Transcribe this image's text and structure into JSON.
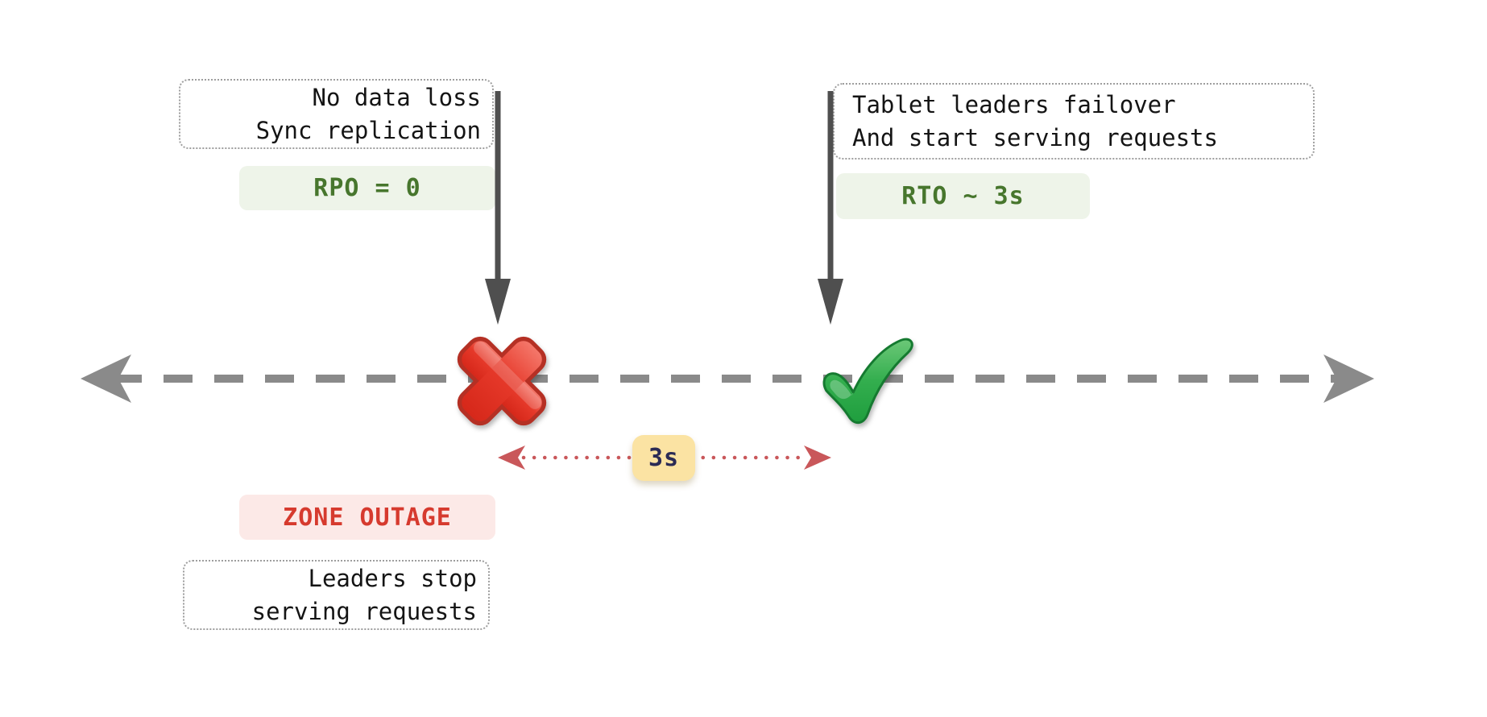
{
  "page": {
    "background": "#ffffff"
  },
  "notes": {
    "left": {
      "lines": [
        "No data loss",
        "Sync replication"
      ]
    },
    "right": {
      "lines": [
        "Tablet leaders failover",
        "And start serving requests"
      ]
    },
    "bottom": {
      "lines": [
        "Leaders stop",
        "serving requests"
      ]
    }
  },
  "badges": {
    "rpo": {
      "label": "RPO = 0",
      "bg": "#eef4e9",
      "color": "#47762d"
    },
    "rto": {
      "label": "RTO ~ 3s",
      "bg": "#eef4e9",
      "color": "#47762d"
    },
    "outage": {
      "label": "ZONE OUTAGE",
      "bg": "#fce9e7",
      "color": "#d63a2e"
    },
    "duration": {
      "label": "3s",
      "bg": "#fbe3a3",
      "color": "#2b2b55"
    }
  },
  "icons": {
    "outage_marker": "cross-mark-icon",
    "recovery_marker": "check-mark-icon"
  },
  "colors": {
    "timeline": "#8a8a8a",
    "pointer_arrow": "#4f4f4f",
    "duration_arrow": "#c9575a",
    "note_border": "#9e9e9e",
    "cross_red": "#d6281a",
    "check_green": "#1f9e3e"
  }
}
